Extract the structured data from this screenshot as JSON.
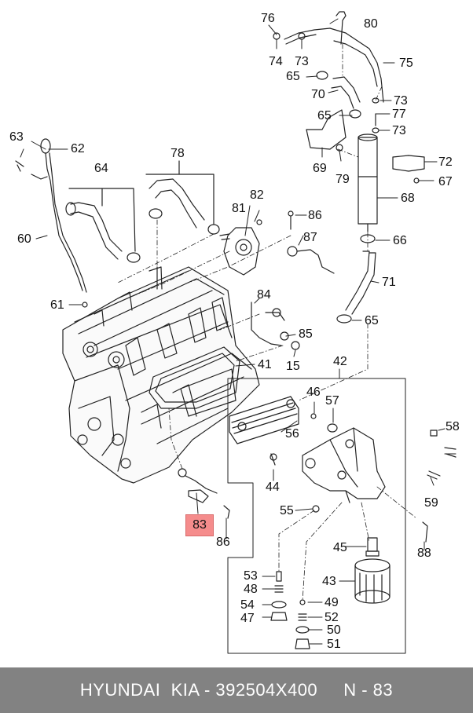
{
  "callouts": [
    {
      "id": "76",
      "label": "76"
    },
    {
      "id": "80",
      "label": "80"
    },
    {
      "id": "74",
      "label": "74"
    },
    {
      "id": "73a",
      "label": "73"
    },
    {
      "id": "75",
      "label": "75"
    },
    {
      "id": "65a",
      "label": "65"
    },
    {
      "id": "70",
      "label": "70"
    },
    {
      "id": "73b",
      "label": "73"
    },
    {
      "id": "65b",
      "label": "65"
    },
    {
      "id": "77",
      "label": "77"
    },
    {
      "id": "73c",
      "label": "73"
    },
    {
      "id": "63",
      "label": "63"
    },
    {
      "id": "62",
      "label": "62"
    },
    {
      "id": "78",
      "label": "78"
    },
    {
      "id": "69",
      "label": "69"
    },
    {
      "id": "79",
      "label": "79"
    },
    {
      "id": "72",
      "label": "72"
    },
    {
      "id": "67",
      "label": "67"
    },
    {
      "id": "64",
      "label": "64"
    },
    {
      "id": "68",
      "label": "68"
    },
    {
      "id": "82",
      "label": "82"
    },
    {
      "id": "81",
      "label": "81"
    },
    {
      "id": "86a",
      "label": "86"
    },
    {
      "id": "60",
      "label": "60"
    },
    {
      "id": "87",
      "label": "87"
    },
    {
      "id": "66",
      "label": "66"
    },
    {
      "id": "71",
      "label": "71"
    },
    {
      "id": "61",
      "label": "61"
    },
    {
      "id": "84",
      "label": "84"
    },
    {
      "id": "65c",
      "label": "65"
    },
    {
      "id": "85",
      "label": "85"
    },
    {
      "id": "15",
      "label": "15"
    },
    {
      "id": "42",
      "label": "42"
    },
    {
      "id": "41",
      "label": "41"
    },
    {
      "id": "46",
      "label": "46"
    },
    {
      "id": "57",
      "label": "57"
    },
    {
      "id": "56",
      "label": "56"
    },
    {
      "id": "58",
      "label": "58"
    },
    {
      "id": "44",
      "label": "44"
    },
    {
      "id": "59",
      "label": "59"
    },
    {
      "id": "55",
      "label": "55"
    },
    {
      "id": "83",
      "label": "83"
    },
    {
      "id": "86b",
      "label": "86"
    },
    {
      "id": "88",
      "label": "88"
    },
    {
      "id": "45",
      "label": "45"
    },
    {
      "id": "53",
      "label": "53"
    },
    {
      "id": "43",
      "label": "43"
    },
    {
      "id": "48",
      "label": "48"
    },
    {
      "id": "54",
      "label": "54"
    },
    {
      "id": "49",
      "label": "49"
    },
    {
      "id": "47",
      "label": "47"
    },
    {
      "id": "52",
      "label": "52"
    },
    {
      "id": "50",
      "label": "50"
    },
    {
      "id": "51",
      "label": "51"
    }
  ],
  "highlight": {
    "part": "83",
    "color": "#f58c8c"
  },
  "footer": {
    "text": "HYUNDAI  KIA - 392504X400     N - 83",
    "background": "#828282"
  }
}
